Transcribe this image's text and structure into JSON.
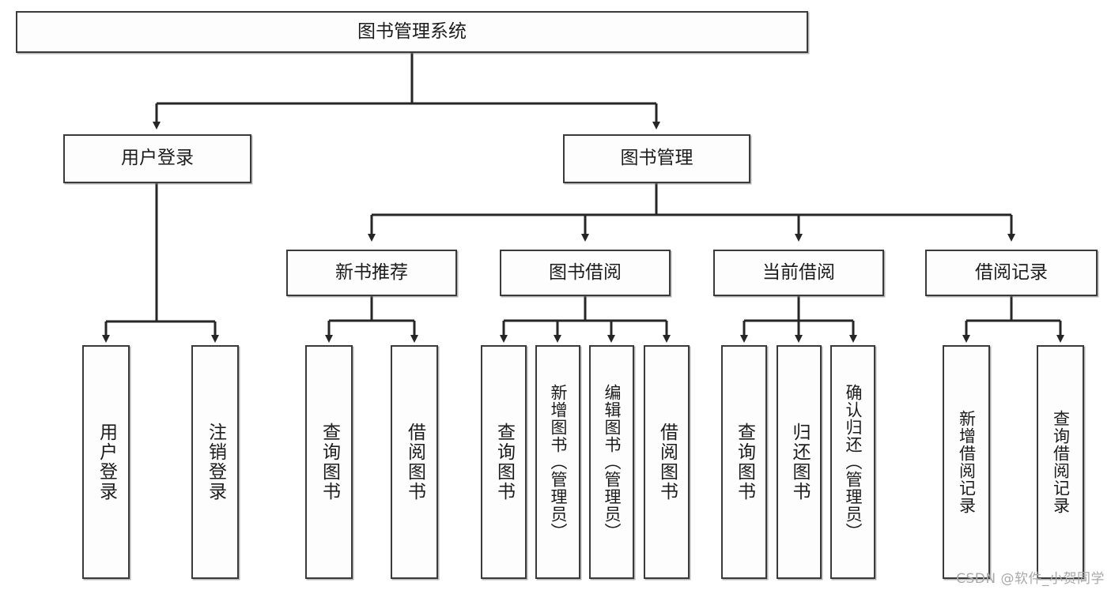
{
  "diagram": {
    "title_node": {
      "label": "图书管理系统"
    },
    "level2": [
      {
        "id": "user-login",
        "label": "用户登录"
      },
      {
        "id": "book-management",
        "label": "图书管理"
      }
    ],
    "level3": [
      {
        "id": "new-book-recommend",
        "label": "新书推荐"
      },
      {
        "id": "book-borrow",
        "label": "图书借阅"
      },
      {
        "id": "current-borrow",
        "label": "当前借阅"
      },
      {
        "id": "borrow-record",
        "label": "借阅记录"
      }
    ],
    "leaves": {
      "user_login": [
        {
          "id": "leaf-user-login",
          "label": "用户登录"
        },
        {
          "id": "leaf-logout-login",
          "label": "注销登录"
        }
      ],
      "new_book_recommend": [
        {
          "id": "leaf-query-book-1",
          "label": "查询图书"
        },
        {
          "id": "leaf-borrow-book-1",
          "label": "借阅图书"
        }
      ],
      "book_borrow": [
        {
          "id": "leaf-query-book-2",
          "label": "查询图书"
        },
        {
          "id": "leaf-add-book",
          "label": "新增图书（管理员）"
        },
        {
          "id": "leaf-edit-book",
          "label": "编辑图书（管理员）"
        },
        {
          "id": "leaf-borrow-book-2",
          "label": "借阅图书"
        }
      ],
      "current_borrow": [
        {
          "id": "leaf-query-book-3",
          "label": "查询图书"
        },
        {
          "id": "leaf-return-book",
          "label": "归还图书"
        },
        {
          "id": "leaf-confirm-return",
          "label": "确认归还（管理员）"
        }
      ],
      "borrow_record": [
        {
          "id": "leaf-add-record",
          "label": "新增借阅记录"
        },
        {
          "id": "leaf-query-record",
          "label": "查询借阅记录"
        }
      ]
    },
    "watermark": "CSDN @软件_小贺同学",
    "colors": {
      "box_border": "#3a3a3a",
      "box_fill": "#fdfdfd",
      "edge": "#262626",
      "text": "#1c1c1c",
      "watermark": "#a9a9a9",
      "background": "#ffffff"
    }
  }
}
